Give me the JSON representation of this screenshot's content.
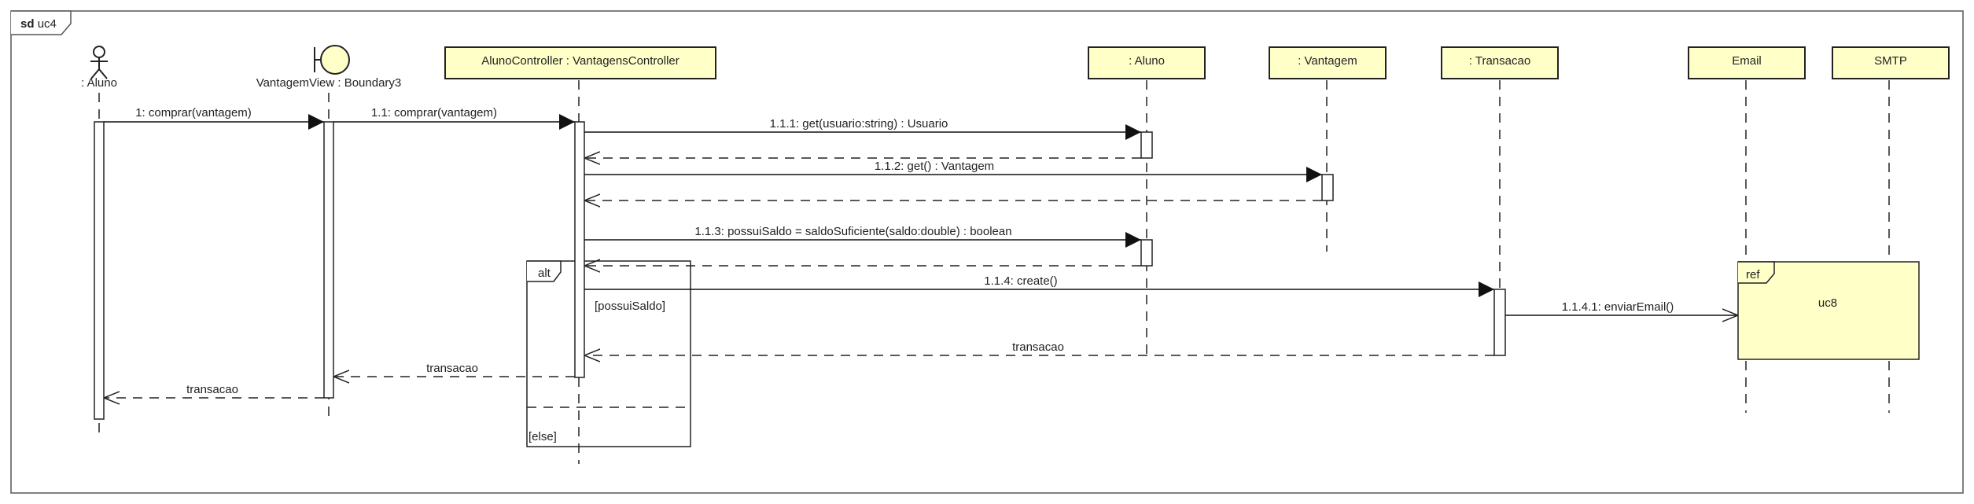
{
  "frame": {
    "keyword": "sd",
    "name": "uc4"
  },
  "lifelines": [
    {
      "id": "aluno",
      "label": ": Aluno",
      "kind": "actor"
    },
    {
      "id": "view",
      "label": "VantagemView : Boundary3",
      "kind": "boundary"
    },
    {
      "id": "controller",
      "label": "AlunoController : VantagensController",
      "kind": "box"
    },
    {
      "id": "alunoobj",
      "label": ": Aluno",
      "kind": "box"
    },
    {
      "id": "vantagem",
      "label": ": Vantagem",
      "kind": "box"
    },
    {
      "id": "transacao",
      "label": ": Transacao",
      "kind": "box"
    },
    {
      "id": "email",
      "label": "Email",
      "kind": "box"
    },
    {
      "id": "smtp",
      "label": "SMTP",
      "kind": "box"
    }
  ],
  "messages": [
    {
      "label": "1: comprar(vantagem)"
    },
    {
      "label": "1.1: comprar(vantagem)"
    },
    {
      "label": "1.1.1: get(usuario:string) : Usuario"
    },
    {
      "label": "1.1.2: get() : Vantagem"
    },
    {
      "label": "1.1.3: possuiSaldo = saldoSuficiente(saldo:double) : boolean"
    },
    {
      "label": "1.1.4: create()"
    },
    {
      "label": "1.1.4.1: enviarEmail()"
    },
    {
      "label": "transacao"
    },
    {
      "label": "transacao"
    },
    {
      "label": "transacao"
    }
  ],
  "fragment": {
    "operator": "alt",
    "guard1": "[possuiSaldo]",
    "guard2": "[else]"
  },
  "ref": {
    "keyword": "ref",
    "name": "uc8"
  },
  "colors": {
    "box_fill": "#ffffc8",
    "line": "#222222",
    "frame": "#555555"
  }
}
